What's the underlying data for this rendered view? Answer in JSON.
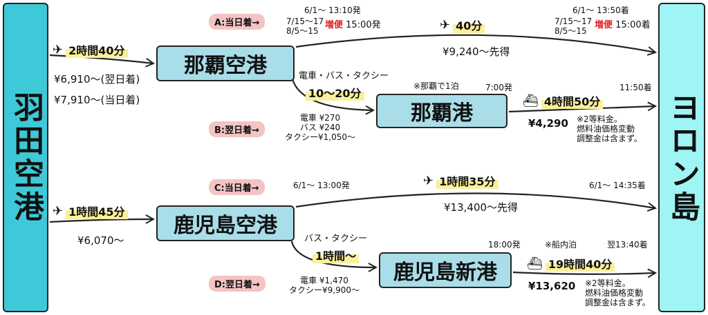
{
  "origin": "羽田空港",
  "destination": "ヨロン島",
  "routes": {
    "a_tag": "A:当日着→",
    "b_tag": "B:翌日着→",
    "c_tag": "C:当日着→",
    "d_tag": "D:翌日着→"
  },
  "naha_airport": {
    "name": "那覇空港",
    "flight_in_duration": "2時間40分",
    "fare_next_day": "¥6,910～(翌日着)",
    "fare_same_day": "¥7,910～(当日着)",
    "dep_time": "6/1～ 13:10発",
    "extra_dates_1": "7/15～17",
    "extra_dates_2": "8/5～15",
    "extra_label": "増便",
    "extra_dep": "15:00発",
    "flight_out_duration": "40分",
    "flight_out_fare": "¥9,240～先得",
    "arr_time": "6/1～ 13:50着",
    "arr_extra_dates_1": "7/15～17",
    "arr_extra_dates_2": "8/5～15",
    "arr_extra_label": "増便",
    "arr_extra_time": "15:00着"
  },
  "naha_transfer": {
    "modes": "電車・バス・タクシー",
    "duration": "10～20分",
    "fare_train": "電車 ¥270",
    "fare_bus": "バス ¥240",
    "fare_taxi": "タクシー¥1,050～"
  },
  "naha_port": {
    "name": "那覇港",
    "note": "※那覇で1泊",
    "dep_time": "7:00発",
    "arr_time": "11:50着",
    "ferry_duration": "4時間50分",
    "fare": "¥4,290",
    "fare_note_1": "※2等料金。",
    "fare_note_2": "燃料油価格変動",
    "fare_note_3": "調整金は含まず。"
  },
  "kagoshima_airport": {
    "name": "鹿児島空港",
    "flight_in_duration": "1時間45分",
    "fare": "¥6,070～",
    "dep_time": "6/1～ 13:00発",
    "flight_out_duration": "1時間35分",
    "flight_out_fare": "¥13,400～先得",
    "arr_time": "6/1～ 14:35着"
  },
  "kagoshima_transfer": {
    "modes": "バス・タクシー",
    "duration": "1時間～",
    "fare_train": "電車 ¥1,470",
    "fare_taxi": "タクシー¥9,900～"
  },
  "kagoshima_port": {
    "name": "鹿児島新港",
    "dep_time": "18:00発",
    "note": "※船内泊",
    "arr_time": "翌13:40着",
    "ferry_duration": "19時間40分",
    "fare": "¥13,620",
    "fare_note_1": "※2等料金。",
    "fare_note_2": "燃料油価格変動",
    "fare_note_3": "調整金は含まず。"
  },
  "colors": {
    "origin_bg": "#3ec9d8",
    "dest_bg": "#9ff4f4",
    "hub_bg": "#a9dde8",
    "tag_bg": "#f4c3c3",
    "highlight": "#fbef9c",
    "extra_red": "#e02020"
  },
  "icons": [
    "plane-icon",
    "ferry-icon",
    "arrow-icon"
  ]
}
